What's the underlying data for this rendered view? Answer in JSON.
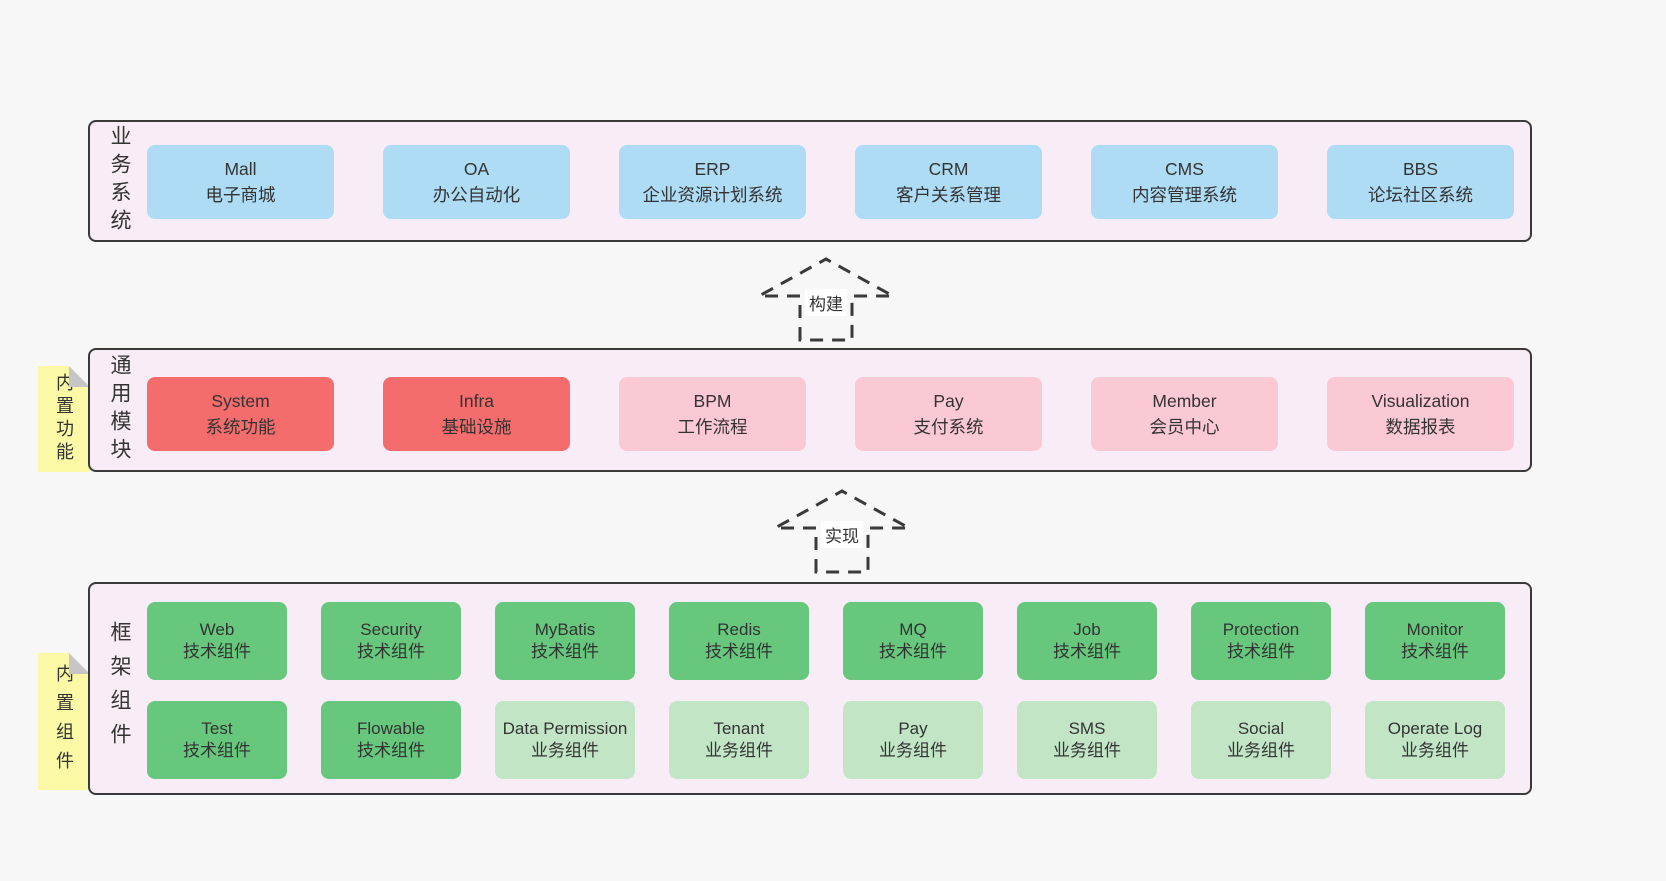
{
  "colors": {
    "page-bg": "#f7f7f7",
    "panel-bg": "#f8edf6",
    "line": "#3a3a3a",
    "text": "#333333",
    "blue": "#aedcf5",
    "red": "#f56c6c",
    "pink": "#fbc9d3",
    "green-dark": "#67c77d",
    "green-light": "#c2e5c6",
    "note-bg": "#fbf9a6",
    "fold": "#c6c6c6",
    "arrow-label-bg": "#ffffff"
  },
  "sections": {
    "business": {
      "label": "业务系统",
      "items": [
        {
          "en": "Mall",
          "zh": "电子商城"
        },
        {
          "en": "OA",
          "zh": "办公自动化"
        },
        {
          "en": "ERP",
          "zh": "企业资源计划系统"
        },
        {
          "en": "CRM",
          "zh": "客户关系管理"
        },
        {
          "en": "CMS",
          "zh": "内容管理系统"
        },
        {
          "en": "BBS",
          "zh": "论坛社区系统"
        }
      ]
    },
    "arrow_build": {
      "label": "构建"
    },
    "modules": {
      "label": "通用模块",
      "note": "内置功能",
      "items": [
        {
          "en": "System",
          "zh": "系统功能"
        },
        {
          "en": "Infra",
          "zh": "基础设施"
        },
        {
          "en": "BPM",
          "zh": "工作流程"
        },
        {
          "en": "Pay",
          "zh": "支付系统"
        },
        {
          "en": "Member",
          "zh": "会员中心"
        },
        {
          "en": "Visualization",
          "zh": "数据报表"
        }
      ]
    },
    "arrow_implement": {
      "label": "实现"
    },
    "framework": {
      "label": "框架组件",
      "note": "内置组件",
      "row1": [
        {
          "en": "Web",
          "zh": "技术组件"
        },
        {
          "en": "Security",
          "zh": "技术组件"
        },
        {
          "en": "MyBatis",
          "zh": "技术组件"
        },
        {
          "en": "Redis",
          "zh": "技术组件"
        },
        {
          "en": "MQ",
          "zh": "技术组件"
        },
        {
          "en": "Job",
          "zh": "技术组件"
        },
        {
          "en": "Protection",
          "zh": "技术组件"
        },
        {
          "en": "Monitor",
          "zh": "技术组件"
        }
      ],
      "row2": [
        {
          "en": "Test",
          "zh": "技术组件"
        },
        {
          "en": "Flowable",
          "zh": "技术组件"
        },
        {
          "en": "Data Permission",
          "zh": "业务组件"
        },
        {
          "en": "Tenant",
          "zh": "业务组件"
        },
        {
          "en": "Pay",
          "zh": "业务组件"
        },
        {
          "en": "SMS",
          "zh": "业务组件"
        },
        {
          "en": "Social",
          "zh": "业务组件"
        },
        {
          "en": "Operate Log",
          "zh": "业务组件"
        }
      ]
    }
  }
}
